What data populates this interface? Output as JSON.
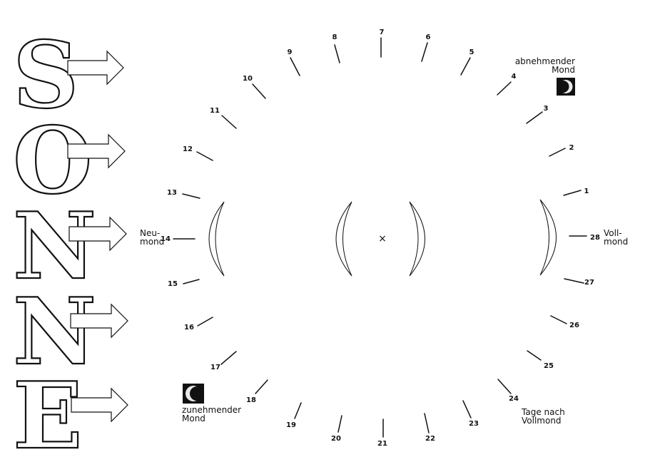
{
  "title_letters": [
    "S",
    "O",
    "N",
    "N",
    "E"
  ],
  "day_labels": [
    "1",
    "2",
    "3",
    "4",
    "5",
    "6",
    "7",
    "8",
    "9",
    "10",
    "11",
    "12",
    "13",
    "14",
    "15",
    "16",
    "17",
    "18",
    "19",
    "20",
    "21",
    "22",
    "23",
    "24",
    "25",
    "26",
    "27",
    "28"
  ],
  "notes": {
    "waning_line1": "abnehmender",
    "waning_line2": "Mond",
    "waxing_line1": "zunehmender",
    "waxing_line2": "Mond",
    "new_line1": "Neu-",
    "new_line2": "mond",
    "full_line1": "Voll-",
    "full_line2": "mond",
    "after_line1": "Tage nach",
    "after_line2": "Vollmond"
  },
  "center_mark": "×"
}
